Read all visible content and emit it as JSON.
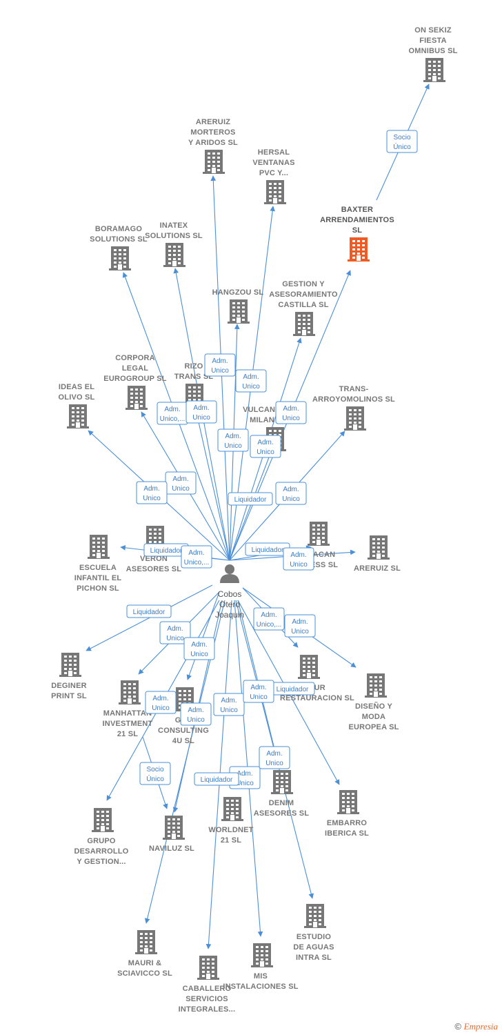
{
  "center": {
    "name_lines": [
      "Cobos",
      "Otero",
      "Joaquin"
    ]
  },
  "nodes": [
    {
      "id": "on_sekiz",
      "label_lines": [
        "ON SEKIZ",
        "FIESTA",
        "OMNIBUS  SL"
      ]
    },
    {
      "id": "areruiz_morteros",
      "label_lines": [
        "ARERUIZ",
        "MORTEROS",
        "Y ARIDOS SL"
      ]
    },
    {
      "id": "hersal",
      "label_lines": [
        "HERSAL",
        "VENTANAS",
        "PVC Y..."
      ]
    },
    {
      "id": "baxter",
      "label_lines": [
        "BAXTER",
        "ARRENDAMIENTOS",
        "SL"
      ],
      "highlight": true
    },
    {
      "id": "boramago",
      "label_lines": [
        "BORAMAGO",
        "SOLUTIONS SL"
      ]
    },
    {
      "id": "inatex",
      "label_lines": [
        "INATEX",
        "SOLUTIONS SL"
      ]
    },
    {
      "id": "hangzou",
      "label_lines": [
        "HANGZOU SL"
      ]
    },
    {
      "id": "gestion",
      "label_lines": [
        "GESTION Y",
        "ASESORAMIENTO",
        "CASTILLA  SL"
      ]
    },
    {
      "id": "corpora",
      "label_lines": [
        "CORPORA",
        "LEGAL",
        "EUROGROUP SL"
      ]
    },
    {
      "id": "rizo",
      "label_lines": [
        "RIZO",
        "TRANS SL"
      ]
    },
    {
      "id": "ideas",
      "label_lines": [
        "IDEAS EL",
        "OLIVO SL"
      ]
    },
    {
      "id": "vulcano",
      "label_lines": [
        "VULCANO",
        "MILAN"
      ]
    },
    {
      "id": "trans_arroyo",
      "label_lines": [
        "TRANS-",
        "ARROYOMOLINOS SL"
      ]
    },
    {
      "id": "escuela",
      "label_lines": [
        "ESCUELA",
        "INFANTIL EL",
        "PICHON SL"
      ]
    },
    {
      "id": "veron",
      "label_lines": [
        "VERON",
        "ASESORES SL"
      ]
    },
    {
      "id": "acan",
      "label_lines": [
        "ACAN",
        "ESS SL"
      ]
    },
    {
      "id": "areruiz",
      "label_lines": [
        "ARERUIZ SL"
      ]
    },
    {
      "id": "deginer",
      "label_lines": [
        "DEGINER",
        "PRINT SL"
      ]
    },
    {
      "id": "manhattan",
      "label_lines": [
        "MANHATTAN",
        "INVESTMENT",
        "21 SL"
      ]
    },
    {
      "id": "glo",
      "label_lines": [
        "GLO",
        "CONSULTING",
        "4U SL"
      ]
    },
    {
      "id": "sur",
      "label_lines": [
        "SUR",
        "RESTAURACION SL"
      ]
    },
    {
      "id": "diseno",
      "label_lines": [
        "DISEÑO Y",
        "MODA",
        "EUROPEA SL"
      ]
    },
    {
      "id": "denim",
      "label_lines": [
        "DENIM",
        "ASESORES SL"
      ]
    },
    {
      "id": "embarro",
      "label_lines": [
        "EMBARRO",
        "IBERICA SL"
      ]
    },
    {
      "id": "grupo",
      "label_lines": [
        "GRUPO",
        "DESARROLLO",
        "Y GESTION..."
      ]
    },
    {
      "id": "naviluz",
      "label_lines": [
        "NAVILUZ SL"
      ]
    },
    {
      "id": "worldnet",
      "label_lines": [
        "WORLDNET",
        "21 SL"
      ]
    },
    {
      "id": "estudio",
      "label_lines": [
        "ESTUDIO",
        "DE AGUAS",
        "INTRA  SL"
      ]
    },
    {
      "id": "mauri",
      "label_lines": [
        "MAURI &",
        "SCIAVICCO SL"
      ]
    },
    {
      "id": "mis",
      "label_lines": [
        "MIS",
        "INSTALACIONES SL"
      ]
    },
    {
      "id": "caballero",
      "label_lines": [
        "CABALLERO",
        "SERVICIOS",
        "INTEGRALES..."
      ]
    }
  ],
  "relations": [
    {
      "lines": [
        "Socio",
        "Único"
      ]
    },
    {
      "lines": [
        "Adm.",
        "Unico"
      ]
    },
    {
      "lines": [
        "Adm.",
        "Unico"
      ]
    },
    {
      "lines": [
        "Adm.",
        "Unico,..."
      ]
    },
    {
      "lines": [
        "Adm.",
        "Unico"
      ]
    },
    {
      "lines": [
        "Adm.",
        "Unico"
      ]
    },
    {
      "lines": [
        "Adm.",
        "Unico"
      ]
    },
    {
      "lines": [
        "Adm.",
        "Unico"
      ]
    },
    {
      "lines": [
        "Adm.",
        "Unico"
      ]
    },
    {
      "lines": [
        "Adm.",
        "Unico"
      ]
    },
    {
      "lines": [
        "Adm.",
        "Unico"
      ]
    },
    {
      "lines": [
        "Liquidador"
      ]
    },
    {
      "lines": [
        "Adm.",
        "Unico"
      ]
    },
    {
      "lines": [
        "Liquidador"
      ]
    },
    {
      "lines": [
        "Adm.",
        "Unico,..."
      ]
    },
    {
      "lines": [
        "Liquidador"
      ]
    },
    {
      "lines": [
        "Adm.",
        "Unico"
      ]
    },
    {
      "lines": [
        "Liquidador"
      ]
    },
    {
      "lines": [
        "Adm.",
        "Unico,..."
      ]
    },
    {
      "lines": [
        "Adm.",
        "Unico"
      ]
    },
    {
      "lines": [
        "Adm.",
        "Unico"
      ]
    },
    {
      "lines": [
        "Adm.",
        "Unico"
      ]
    },
    {
      "lines": [
        "Adm.",
        "Unico"
      ]
    },
    {
      "lines": [
        "Adm.",
        "Unico"
      ]
    },
    {
      "lines": [
        "Adm.",
        "Unico"
      ]
    },
    {
      "lines": [
        "Liquidador"
      ]
    },
    {
      "lines": [
        "Adm.",
        "Unico"
      ]
    },
    {
      "lines": [
        "Socio",
        "Único"
      ]
    },
    {
      "lines": [
        "Adm.",
        "Unico"
      ]
    },
    {
      "lines": [
        "Liquidador"
      ]
    },
    {
      "lines": [
        "Adm.",
        "Unico"
      ]
    }
  ],
  "colors": {
    "edge": "#4a8fd8",
    "building": "#777777",
    "highlight": "#f05a24"
  },
  "footer": {
    "copyright": "©",
    "brand": "Empresia"
  }
}
